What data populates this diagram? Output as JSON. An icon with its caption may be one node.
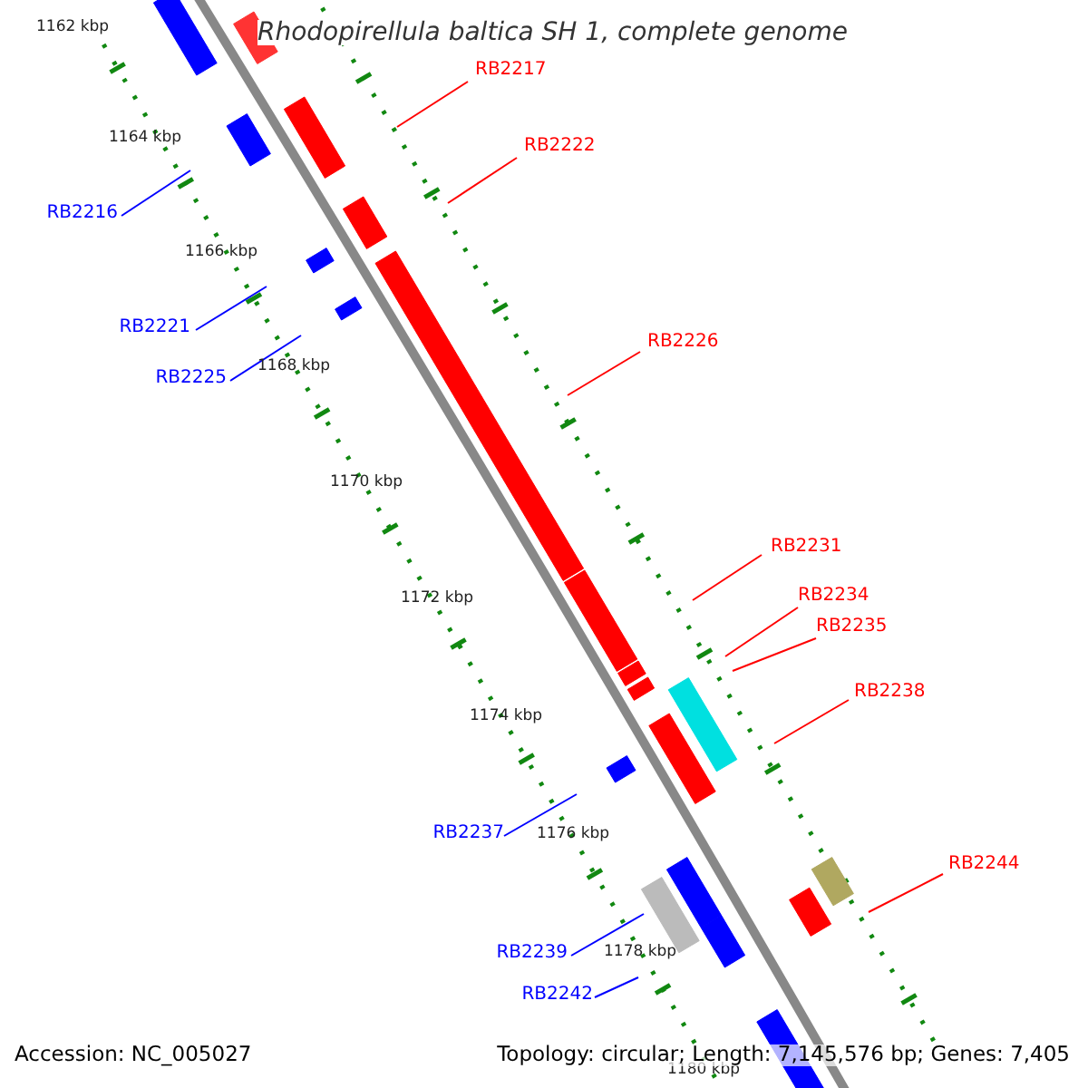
{
  "diagram": {
    "title": "Rhodopirellula baltica SH 1, complete genome",
    "nodes": [
      {
        "text": [
          "RB2217"
        ]
      },
      {
        "text": [
          "RB2222"
        ]
      },
      {
        "text": [
          "RB2216"
        ]
      },
      {
        "text": [
          "RB2221"
        ]
      },
      {
        "text": [
          "RB2226"
        ]
      },
      {
        "text": [
          "RB2225"
        ]
      },
      {
        "text": [
          "RB2231"
        ]
      },
      {
        "text": [
          "RB2234"
        ]
      },
      {
        "text": [
          "RB2235"
        ]
      },
      {
        "text": [
          "RB2238"
        ]
      },
      {
        "text": [
          "RB2237"
        ]
      },
      {
        "text": [
          "RB2244"
        ]
      },
      {
        "text": [
          "RB2239"
        ]
      },
      {
        "text": [
          "RB2242"
        ]
      }
    ],
    "edges": [
      {
        "from": 0,
        "to": null,
        "arrow": "none"
      },
      {
        "from": 1,
        "to": null,
        "arrow": "none"
      },
      {
        "from": 2,
        "to": null,
        "arrow": "none",
        "color": "#0000ff"
      },
      {
        "from": 3,
        "to": null,
        "arrow": "none",
        "color": "#0000ff"
      },
      {
        "from": 4,
        "to": null,
        "arrow": "none"
      },
      {
        "from": 5,
        "to": null,
        "arrow": "none",
        "color": "#0000ff"
      },
      {
        "from": 6,
        "to": null,
        "arrow": "none"
      },
      {
        "from": 7,
        "to": null,
        "arrow": "none"
      },
      {
        "from": 8,
        "to": null,
        "arrow": "none"
      },
      {
        "from": 9,
        "to": null,
        "arrow": "none"
      },
      {
        "from": 10,
        "to": null,
        "arrow": "none",
        "color": "#0000ff"
      },
      {
        "from": 11,
        "to": null,
        "arrow": "none"
      },
      {
        "from": 12,
        "to": null,
        "arrow": "none",
        "color": "#0000ff"
      },
      {
        "from": 13,
        "to": null,
        "arrow": "none",
        "color": "#0000ff"
      }
    ],
    "labels": [
      "1162 kbp",
      "1164 kbp",
      "1166 kbp",
      "1168 kbp",
      "1170 kbp",
      "1172 kbp",
      "1174 kbp",
      "1176 kbp",
      "1178 kbp",
      "1180 kbp",
      "Accession: NC_005027",
      "Topology: circular; Length: 7,145,576 bp; Genes: 7,405"
    ]
  }
}
